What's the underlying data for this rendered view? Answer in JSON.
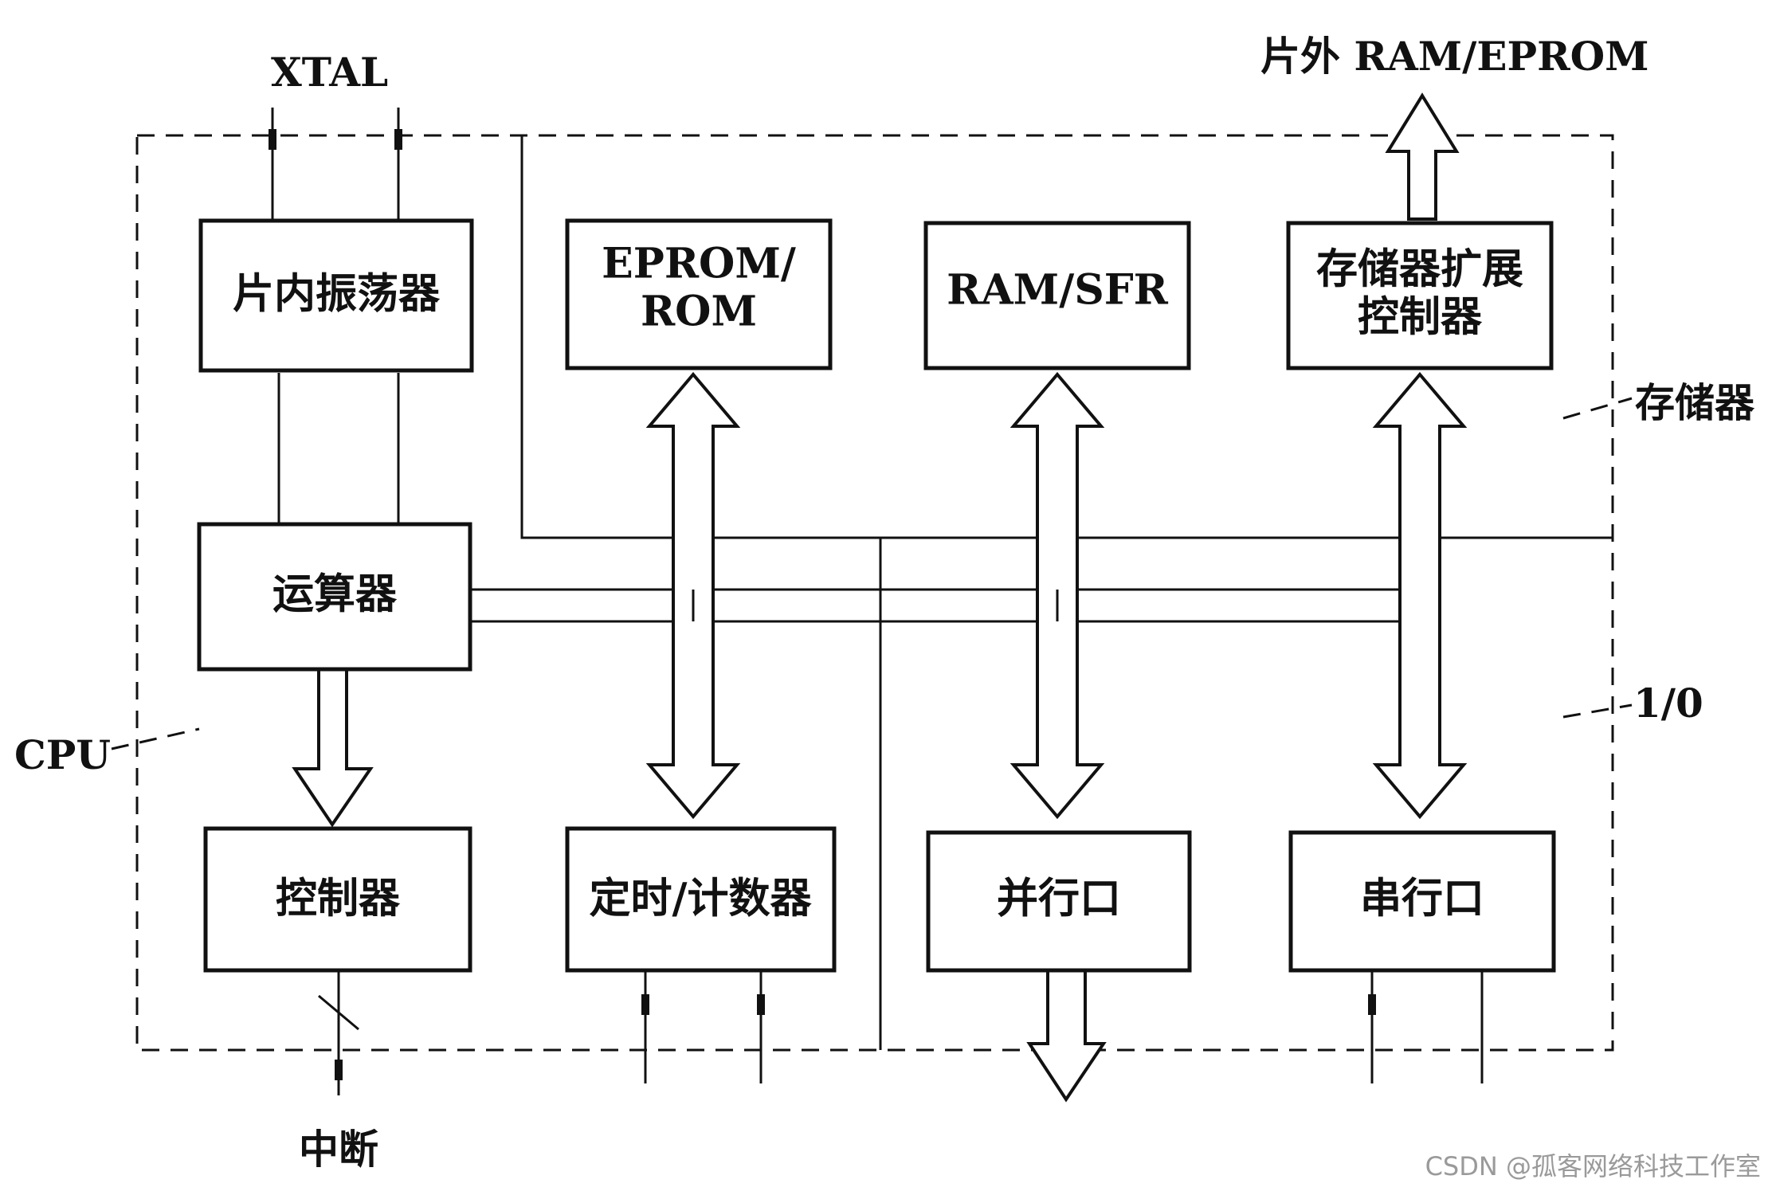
{
  "boxes": {
    "oscillator": "片内振荡器",
    "eprom_rom_line1": "EPROM/",
    "eprom_rom_line2": "ROM",
    "ram_sfr": "RAM/SFR",
    "mem_ctrl_line1": "存储器扩展",
    "mem_ctrl_line2": "控制器",
    "alu": "运算器",
    "controller": "控制器",
    "timer": "定时/计数器",
    "parallel_port": "并行口",
    "serial_port": "串行口"
  },
  "labels": {
    "xtal": "XTAL",
    "external_mem": "片外 RAM/EPROM",
    "memory": "存储器",
    "io": "1/0",
    "cpu": "CPU",
    "interrupt": "中断"
  },
  "watermark": "CSDN @孤客网络科技工作室"
}
